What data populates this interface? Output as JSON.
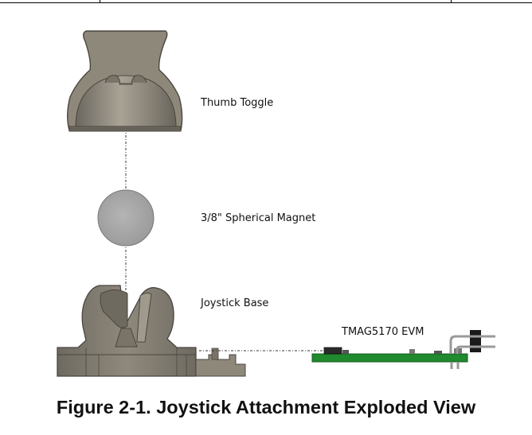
{
  "labels": {
    "thumb_toggle": "Thumb Toggle",
    "spherical_magnet": "3/8\" Spherical Magnet",
    "joystick_base": "Joystick Base",
    "evm": "TMAG5170 EVM"
  },
  "caption": "Figure 2-1. Joystick Attachment Exploded View",
  "colors": {
    "part_gray": "#8a8477",
    "part_dark": "#55504a",
    "magnet_gray": "#a4a4a4",
    "pcb_green": "#1f8a2e",
    "header_black": "#1a1a1a"
  }
}
